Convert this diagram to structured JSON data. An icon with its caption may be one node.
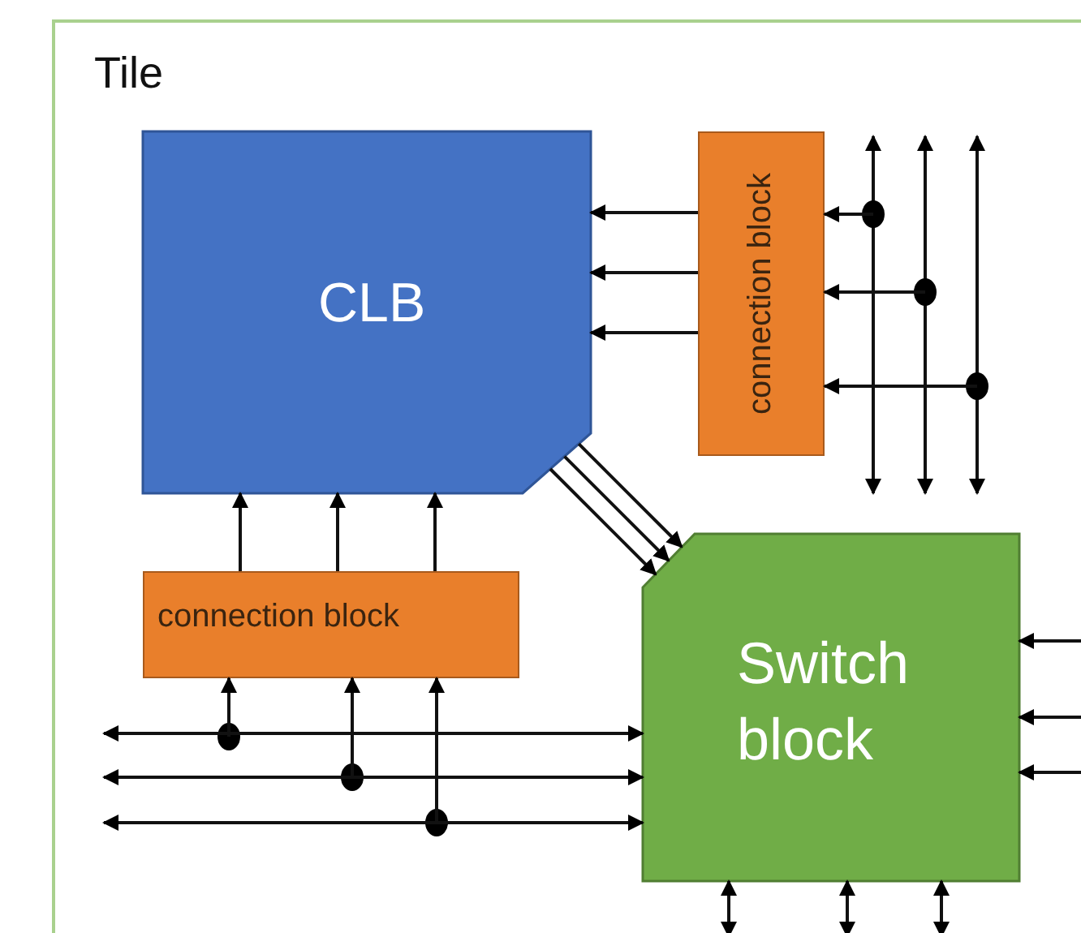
{
  "diagram": {
    "nodes": [
      {
        "text": [
          "Tile"
        ]
      },
      {
        "text": [
          "CLB"
        ],
        "in": 0
      },
      {
        "text": [
          "connection block"
        ],
        "in": 0
      },
      {
        "text": [
          "connection block"
        ],
        "in": 0
      },
      {
        "text": [
          "Switch block"
        ],
        "in": 0
      }
    ],
    "edges": [
      {
        "from": 2,
        "to": 1,
        "arrow": "to"
      },
      {
        "from": 2,
        "to": 1,
        "arrow": "to"
      },
      {
        "from": 2,
        "to": 1,
        "arrow": "to"
      },
      {
        "from": 3,
        "to": 1,
        "arrow": "to"
      },
      {
        "from": 3,
        "to": 1,
        "arrow": "to"
      },
      {
        "from": 3,
        "to": 1,
        "arrow": "to"
      },
      {
        "from": 1,
        "to": 4,
        "arrow": "to"
      },
      {
        "from": 1,
        "to": 4,
        "arrow": "to"
      },
      {
        "from": 1,
        "to": 4,
        "arrow": "to"
      },
      {
        "from": null,
        "to": 2,
        "arrow": "to"
      },
      {
        "from": null,
        "to": 2,
        "arrow": "to"
      },
      {
        "from": null,
        "to": 2,
        "arrow": "to"
      },
      {
        "from": null,
        "to": 3,
        "arrow": "to"
      },
      {
        "from": null,
        "to": 3,
        "arrow": "to"
      },
      {
        "from": null,
        "to": 3,
        "arrow": "to"
      },
      {
        "from": null,
        "to": 4,
        "arrow": "to"
      },
      {
        "from": null,
        "to": 4,
        "arrow": "to"
      },
      {
        "from": null,
        "to": 4,
        "arrow": "to"
      },
      {
        "from": 4,
        "to": null,
        "arrow": "both"
      },
      {
        "from": 4,
        "to": null,
        "arrow": "both"
      },
      {
        "from": 4,
        "to": null,
        "arrow": "both"
      },
      {
        "from": null,
        "to": 4,
        "arrow": "both"
      },
      {
        "from": null,
        "to": 4,
        "arrow": "both"
      },
      {
        "from": null,
        "to": 4,
        "arrow": "both"
      }
    ]
  }
}
